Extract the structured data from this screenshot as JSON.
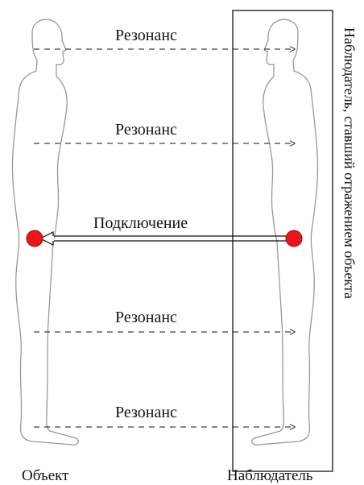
{
  "diagram": {
    "resonance_labels": [
      "Резонанс",
      "Резонанс",
      "Резонанс",
      "Резонанс"
    ],
    "connection_label": "Подключение",
    "object_caption": "Объект",
    "observer_caption": "Наблюдатель",
    "vertical_caption": "Наблюдатель, ставший отражением объекта",
    "colors": {
      "connection_point": "#e8161b",
      "outline": "#999999",
      "line": "#111111"
    }
  }
}
